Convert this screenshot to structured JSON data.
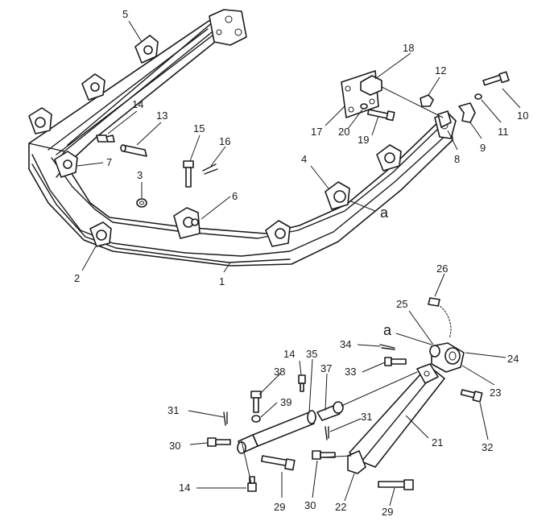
{
  "diagram": {
    "callouts": [
      "1",
      "2",
      "3",
      "4",
      "5",
      "6",
      "7",
      "8",
      "9",
      "10",
      "11",
      "12",
      "13",
      "14",
      "15",
      "16",
      "17",
      "18",
      "19",
      "20",
      "21",
      "22",
      "23",
      "24",
      "25",
      "26",
      "29",
      "30",
      "31",
      "32",
      "33",
      "34",
      "35",
      "37",
      "38",
      "39"
    ],
    "secondary_callouts": {
      "14": "14",
      "29": "29",
      "30": "30",
      "31": "31"
    },
    "reference_mark": "a"
  },
  "colors": {
    "ink": "#1a1a1a",
    "paper": "#ffffff"
  }
}
